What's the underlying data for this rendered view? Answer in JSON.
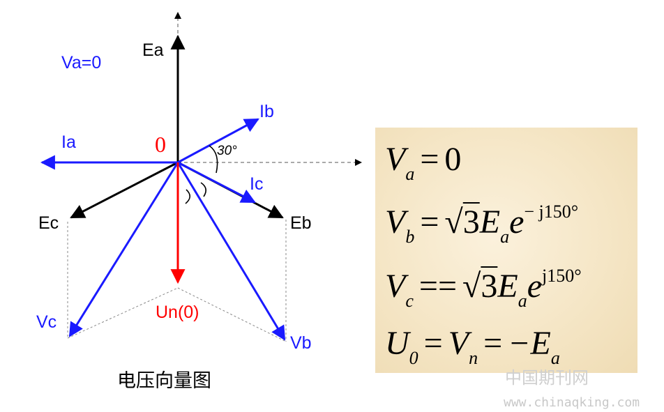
{
  "labels": {
    "va_zero": "Va=0",
    "ea": "Ea",
    "eb": "Eb",
    "ec": "Ec",
    "ia": "Ia",
    "ib": "Ib",
    "ic": "Ic",
    "vb": "Vb",
    "vc": "Vc",
    "un": "Un(0)",
    "origin": "0",
    "angle": "30°"
  },
  "caption": "电压向量图",
  "formulas": {
    "line1": {
      "lhs": "V",
      "lhs_sub": "a",
      "eq": "=",
      "rhs": "0"
    },
    "line2": {
      "lhs": "V",
      "lhs_sub": "b",
      "eq": "=",
      "sqrt": "√",
      "rad": "3",
      "e": "E",
      "e_sub": "a",
      "exp_base": "e",
      "exp": "− j150°"
    },
    "line3": {
      "lhs": "V",
      "lhs_sub": "c",
      "eq": "==",
      "sqrt": "√",
      "rad": "3",
      "e": "E",
      "e_sub": "a",
      "exp_base": "e",
      "exp": "j150°"
    },
    "line4": {
      "lhs": "U",
      "lhs_sub": "0",
      "eq": "=",
      "mid": "V",
      "mid_sub": "n",
      "eq2": "=",
      "rhs": "−E",
      "rhs_sub": "a"
    }
  },
  "watermark": {
    "cn": "中国期刊网",
    "url": "www.chinaqking.com"
  },
  "colors": {
    "blue": "#1a1aff",
    "red": "#ff0000",
    "black": "#000000",
    "panel": "#f6e8c9",
    "dash": "#555555"
  }
}
